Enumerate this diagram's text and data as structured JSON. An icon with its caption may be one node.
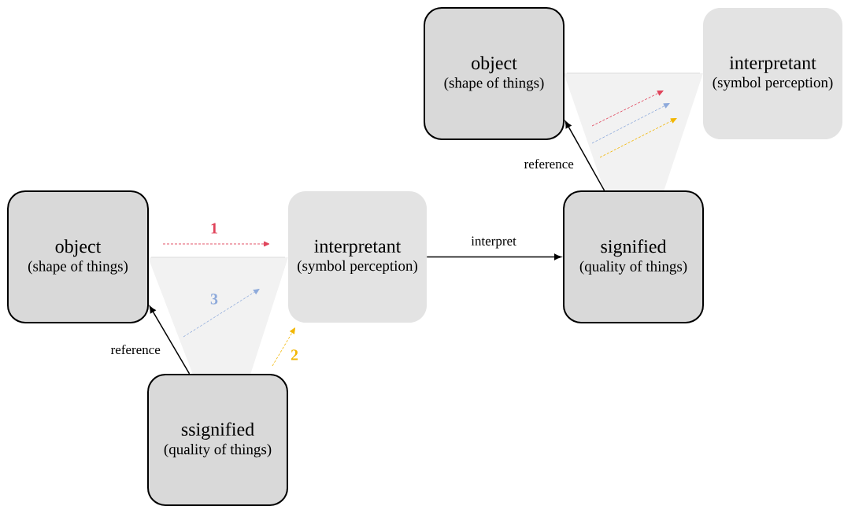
{
  "diagram": {
    "nodes": [
      {
        "text": [
          "object",
          "(shape of things)"
        ]
      },
      {
        "text": [
          "interpretant",
          "(symbol perception)"
        ]
      },
      {
        "text": [
          "ssignified",
          "(quality of things)"
        ]
      },
      {
        "text": [
          "object",
          "(shape of things)"
        ]
      },
      {
        "text": [
          "interpretant",
          "(symbol perception)"
        ]
      },
      {
        "text": [
          "signified",
          "(quality of things)"
        ]
      }
    ],
    "edges": [
      {
        "from": 2,
        "to": 0,
        "arrow": "to",
        "label": "reference"
      },
      {
        "from": 1,
        "to": 5,
        "arrow": "to",
        "label": "interpret"
      },
      {
        "from": 5,
        "to": 3,
        "arrow": "to",
        "label": "reference"
      }
    ],
    "labels": [
      "1",
      "3",
      "2"
    ]
  }
}
